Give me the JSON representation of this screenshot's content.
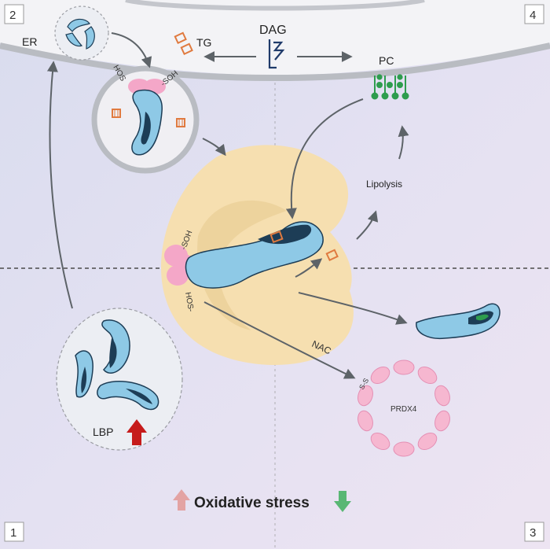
{
  "panels": {
    "p1": "1",
    "p2": "2",
    "p3": "3",
    "p4": "4"
  },
  "labels": {
    "er": "ER",
    "tg": "TG",
    "dag": "DAG",
    "pc": "PC",
    "lipolysis": "Lipolysis",
    "nac": "NAC",
    "lbp": "LBP",
    "prdx4": "PRDX4",
    "ss": "S-S",
    "sh_left_top": "HOS",
    "sh_right_top": "-SOH",
    "sh_center_top": "-SOH",
    "sh_center_bottom": "HOS-",
    "oxidative_stress": "Oxidative stress"
  },
  "colors": {
    "protein_blue": "#8ec9e6",
    "protein_dark": "#1d3d56",
    "lipid_droplet": "#f6dfb0",
    "pink_domain": "#f4a7c8",
    "prdx_pink": "#f6b7d0",
    "green_pc": "#2e9d4e",
    "orange_lipid": "#e07a3f",
    "arrow_gray": "#5d6368",
    "up_arrow": "#e3a3a3",
    "down_arrow": "#59b774",
    "lbp_arrow": "#c61b1b"
  }
}
